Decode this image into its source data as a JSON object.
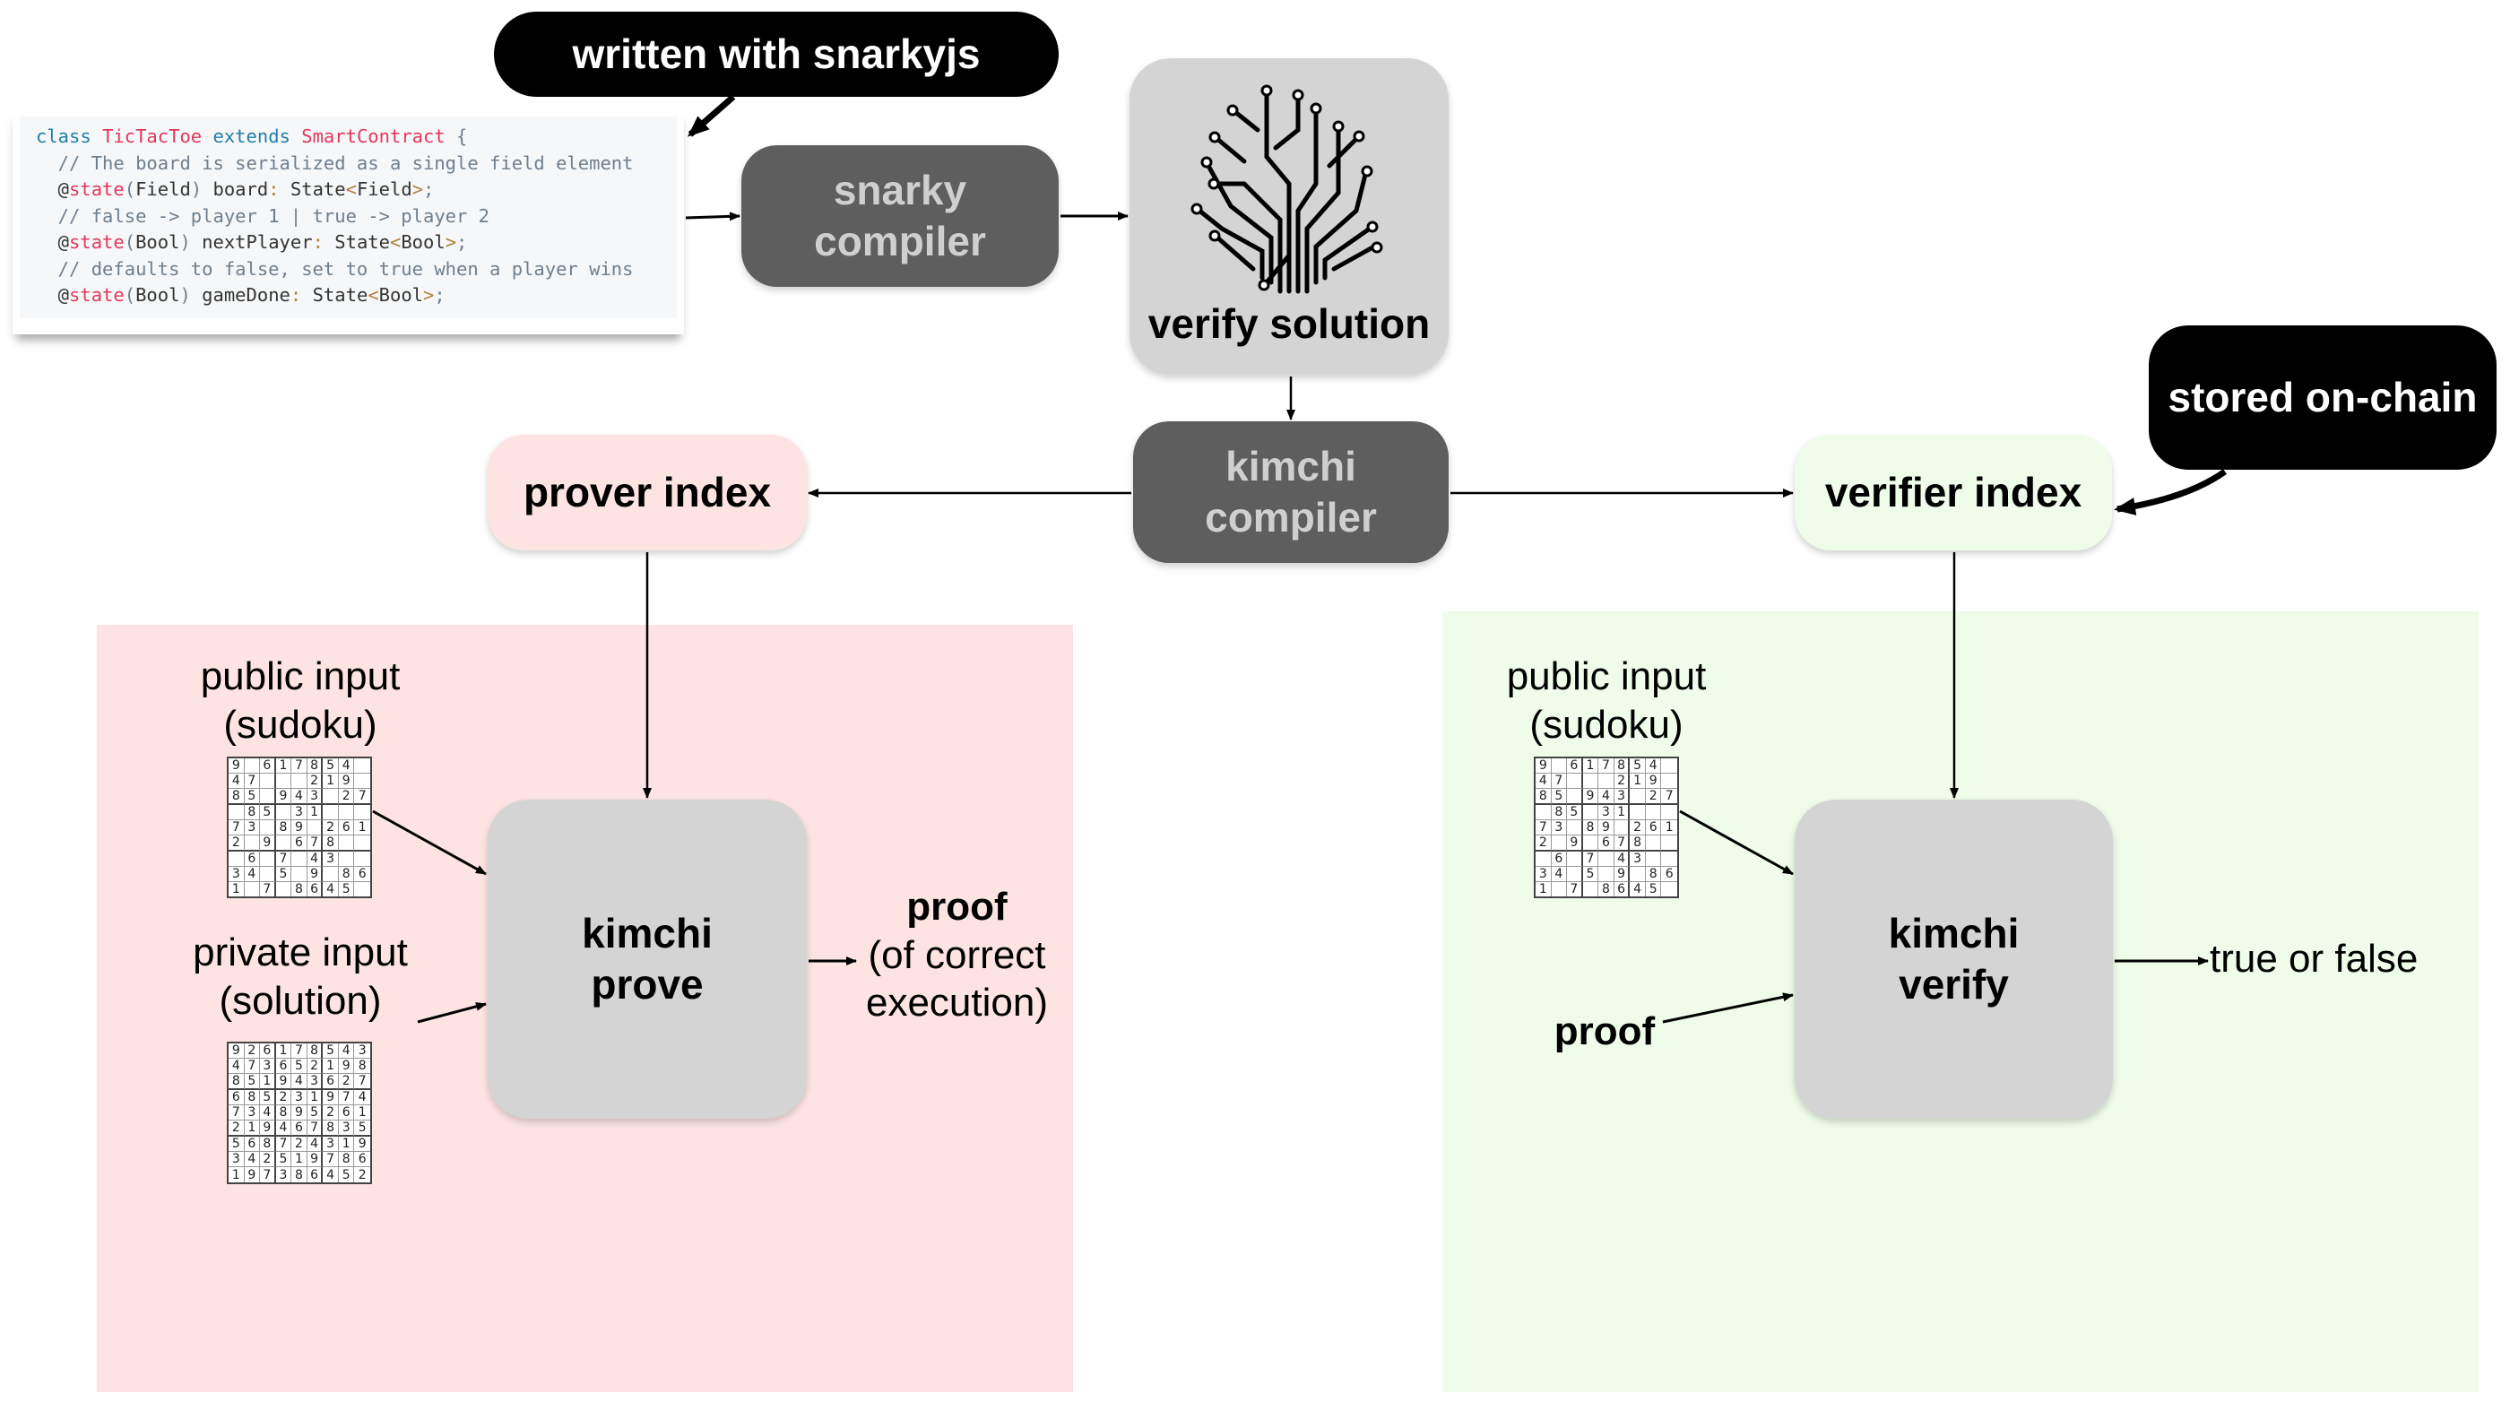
{
  "callouts": {
    "written_with": "written with snarkyjs",
    "stored_on_chain": "stored on-chain"
  },
  "code": {
    "lines": [
      [
        {
          "t": "class ",
          "c": "kw"
        },
        {
          "t": "TicTacToe ",
          "c": "ty"
        },
        {
          "t": "extends ",
          "c": "kw"
        },
        {
          "t": "SmartContract",
          "c": "ty"
        },
        {
          "t": " {",
          "c": "cm"
        }
      ],
      [
        {
          "t": "  // The board is serialized as a single field element",
          "c": "cm"
        }
      ],
      [
        {
          "t": "  @",
          "c": ""
        },
        {
          "t": "state",
          "c": "dec"
        },
        {
          "t": "(",
          "c": "cm"
        },
        {
          "t": "Field",
          "c": ""
        },
        {
          "t": ")",
          "c": "cm"
        },
        {
          "t": " board",
          "c": ""
        },
        {
          "t": ":",
          "c": "pn"
        },
        {
          "t": " State",
          "c": ""
        },
        {
          "t": "<",
          "c": "pn"
        },
        {
          "t": "Field",
          "c": ""
        },
        {
          "t": ">",
          "c": "pn"
        },
        {
          "t": ";",
          "c": "cm"
        }
      ],
      [
        {
          "t": "  // false -> player 1 | true -> player 2",
          "c": "cm"
        }
      ],
      [
        {
          "t": "  @",
          "c": ""
        },
        {
          "t": "state",
          "c": "dec"
        },
        {
          "t": "(",
          "c": "cm"
        },
        {
          "t": "Bool",
          "c": ""
        },
        {
          "t": ")",
          "c": "cm"
        },
        {
          "t": " nextPlayer",
          "c": ""
        },
        {
          "t": ":",
          "c": "pn"
        },
        {
          "t": " State",
          "c": ""
        },
        {
          "t": "<",
          "c": "pn"
        },
        {
          "t": "Bool",
          "c": ""
        },
        {
          "t": ">",
          "c": "pn"
        },
        {
          "t": ";",
          "c": "cm"
        }
      ],
      [
        {
          "t": "  // defaults to false, set to true when a player wins",
          "c": "cm"
        }
      ],
      [
        {
          "t": "  @",
          "c": ""
        },
        {
          "t": "state",
          "c": "dec"
        },
        {
          "t": "(",
          "c": "cm"
        },
        {
          "t": "Bool",
          "c": ""
        },
        {
          "t": ")",
          "c": "cm"
        },
        {
          "t": " gameDone",
          "c": ""
        },
        {
          "t": ":",
          "c": "pn"
        },
        {
          "t": " State",
          "c": ""
        },
        {
          "t": "<",
          "c": "pn"
        },
        {
          "t": "Bool",
          "c": ""
        },
        {
          "t": ">",
          "c": "pn"
        },
        {
          "t": ";",
          "c": "cm"
        }
      ]
    ]
  },
  "nodes": {
    "snarky_compiler": [
      "snarky",
      "compiler"
    ],
    "verify_solution": "verify solution",
    "kimchi_compiler": [
      "kimchi",
      "compiler"
    ],
    "prover_index": "prover index",
    "verifier_index": "verifier index",
    "kimchi_prove": [
      "kimchi",
      "prove"
    ],
    "kimchi_verify": [
      "kimchi",
      "verify"
    ]
  },
  "prover_side": {
    "public_input": [
      "public input",
      "(sudoku)"
    ],
    "private_input": [
      "private input",
      "(solution)"
    ],
    "proof_title": "proof",
    "proof_sub": [
      "(of correct",
      "execution)"
    ]
  },
  "verifier_side": {
    "public_input": [
      "public input",
      "(sudoku)"
    ],
    "proof": "proof",
    "output": "true or false"
  },
  "colors": {
    "prover_region": "#fde4e2",
    "verifier_region": "#effcea",
    "prover_index_bg": "#fde4e2",
    "verifier_index_bg": "#effcea",
    "dark_node": "#5e5e5e",
    "light_node": "#d4d4d4"
  },
  "sudoku_puzzle": [
    "9.6178 54.",
    "47...219.",
    "85.943.27",
    ".85.31...",
    "73.89.261",
    "2.9.678..",
    ".6.7.43..",
    "34.5.9.86",
    "1.7.8645."
  ],
  "sudoku_solution": [
    "926178543",
    "473652198",
    "851943627",
    "685231974",
    "734895261",
    "219467835",
    "568724319",
    "342519786",
    "197386452"
  ]
}
